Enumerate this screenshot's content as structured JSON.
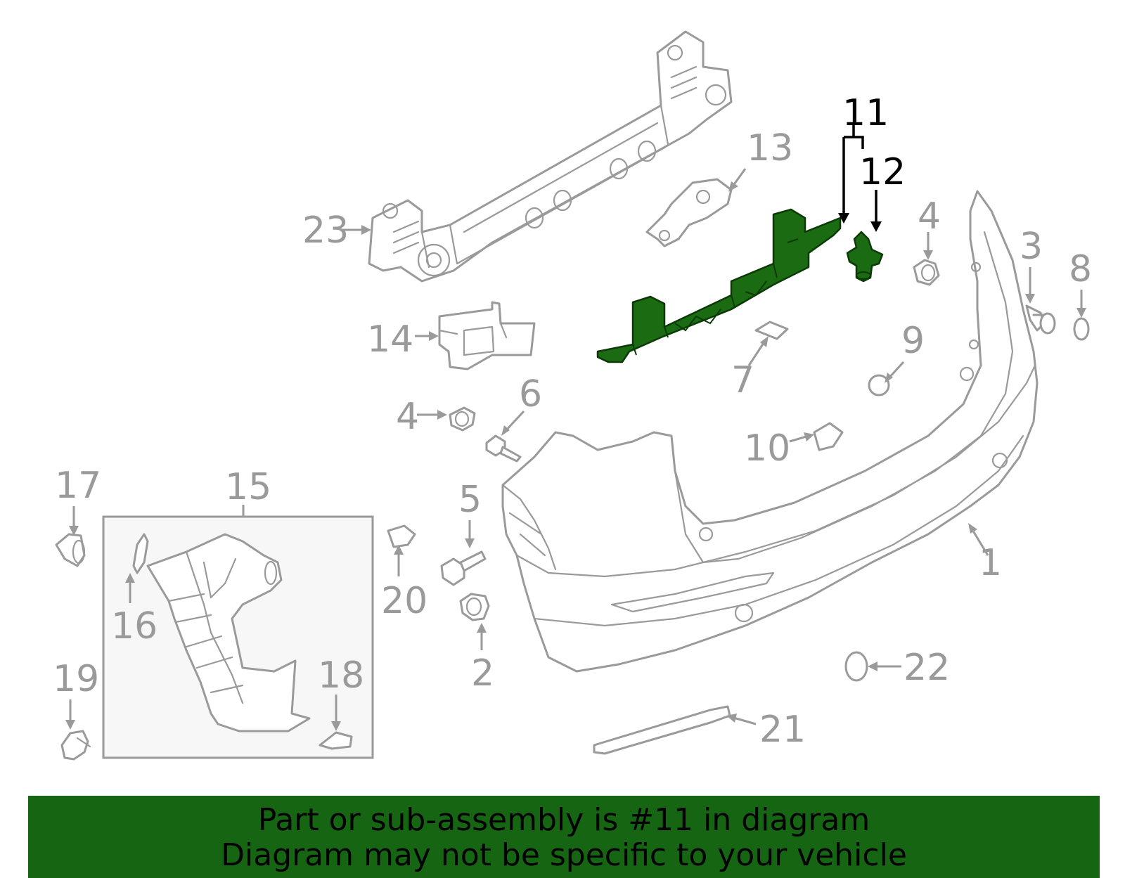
{
  "diagram": {
    "callouts": {
      "c1": "1",
      "c2": "2",
      "c3": "3",
      "c4a": "4",
      "c4b": "4",
      "c5": "5",
      "c6": "6",
      "c7": "7",
      "c8": "8",
      "c9": "9",
      "c10": "10",
      "c11": "11",
      "c12": "12",
      "c13": "13",
      "c14": "14",
      "c15": "15",
      "c16": "16",
      "c17": "17",
      "c18": "18",
      "c19": "19",
      "c20": "20",
      "c21": "21",
      "c22": "22",
      "c23": "23"
    },
    "highlighted_parts": [
      "11",
      "12"
    ],
    "colors": {
      "highlight": "#1a6b12",
      "part_line": "#9a9a9a",
      "banner": "#156512"
    }
  },
  "banner": {
    "line1": "Part or sub-assembly is #11 in diagram",
    "line2": "Diagram may not be specific to your vehicle"
  }
}
